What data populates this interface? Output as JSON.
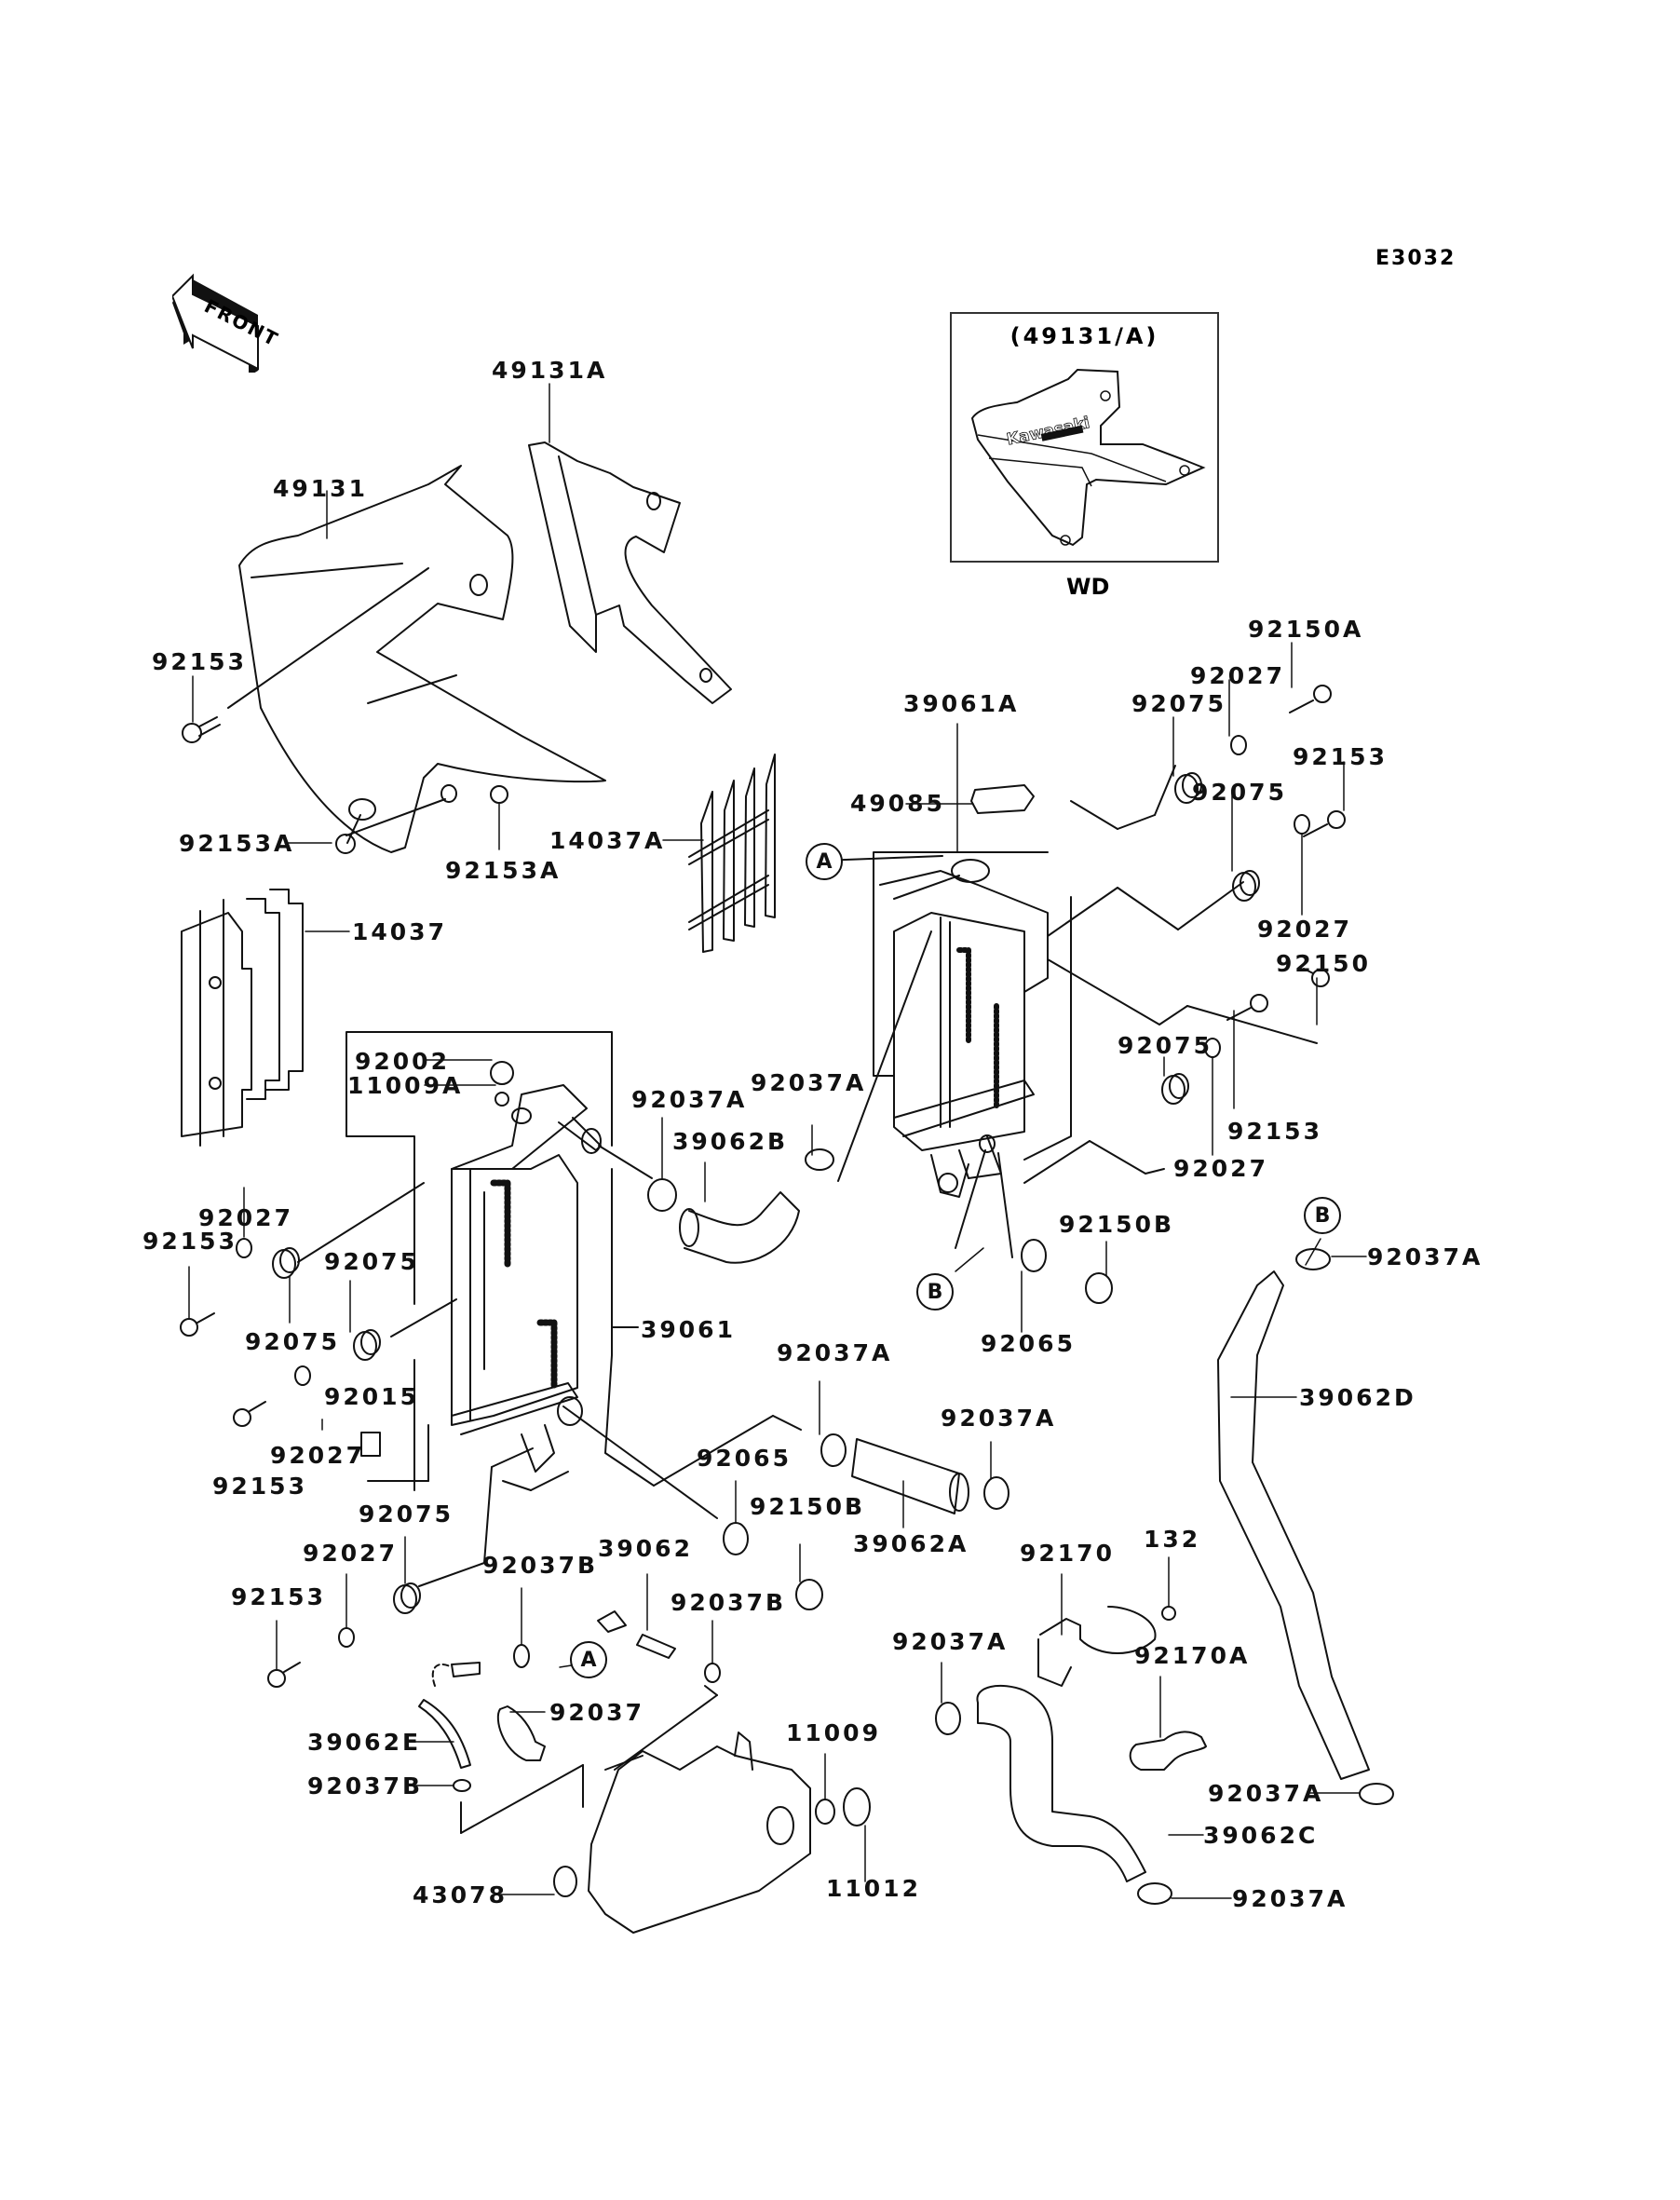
{
  "diagram": {
    "code": "E3032",
    "direction_label": "FRONT",
    "inset": {
      "title": "(49131/A)",
      "caption": "WD",
      "brand_text": "Kawasaki"
    },
    "callouts": [
      "A",
      "B"
    ],
    "labels": [
      {
        "id": "l01",
        "text": "49131A"
      },
      {
        "id": "l02",
        "text": "49131"
      },
      {
        "id": "l03",
        "text": "92153"
      },
      {
        "id": "l04",
        "text": "92153A"
      },
      {
        "id": "l05",
        "text": "92153A"
      },
      {
        "id": "l06",
        "text": "14037A"
      },
      {
        "id": "l07",
        "text": "14037"
      },
      {
        "id": "l08",
        "text": "39061A"
      },
      {
        "id": "l09",
        "text": "49085"
      },
      {
        "id": "l10",
        "text": "92075"
      },
      {
        "id": "l11",
        "text": "92027"
      },
      {
        "id": "l12",
        "text": "92150A"
      },
      {
        "id": "l13",
        "text": "92153"
      },
      {
        "id": "l14",
        "text": "92075"
      },
      {
        "id": "l15",
        "text": "92027"
      },
      {
        "id": "l16",
        "text": "92150"
      },
      {
        "id": "l17",
        "text": "92075"
      },
      {
        "id": "l18",
        "text": "92153"
      },
      {
        "id": "l19",
        "text": "92027"
      },
      {
        "id": "l20",
        "text": "92002"
      },
      {
        "id": "l21",
        "text": "11009A"
      },
      {
        "id": "l22",
        "text": "92037A"
      },
      {
        "id": "l23",
        "text": "92037A"
      },
      {
        "id": "l24",
        "text": "39062B"
      },
      {
        "id": "l25",
        "text": "92150B"
      },
      {
        "id": "l26",
        "text": "92065"
      },
      {
        "id": "l27",
        "text": "92037A"
      },
      {
        "id": "l28",
        "text": "39062D"
      },
      {
        "id": "l29",
        "text": "92027"
      },
      {
        "id": "l30",
        "text": "92153"
      },
      {
        "id": "l31",
        "text": "92075"
      },
      {
        "id": "l32",
        "text": "92075"
      },
      {
        "id": "l33",
        "text": "39061"
      },
      {
        "id": "l34",
        "text": "92015"
      },
      {
        "id": "l35",
        "text": "92153"
      },
      {
        "id": "l36",
        "text": "92027"
      },
      {
        "id": "l37",
        "text": "92037A"
      },
      {
        "id": "l38",
        "text": "92037A"
      },
      {
        "id": "l39",
        "text": "92065"
      },
      {
        "id": "l40",
        "text": "92150B"
      },
      {
        "id": "l41",
        "text": "39062A"
      },
      {
        "id": "l42",
        "text": "92075"
      },
      {
        "id": "l43",
        "text": "92027"
      },
      {
        "id": "l44",
        "text": "92153"
      },
      {
        "id": "l45",
        "text": "92037B"
      },
      {
        "id": "l46",
        "text": "39062"
      },
      {
        "id": "l47",
        "text": "92037B"
      },
      {
        "id": "l48",
        "text": "92170"
      },
      {
        "id": "l49",
        "text": "132"
      },
      {
        "id": "l50",
        "text": "92037A"
      },
      {
        "id": "l51",
        "text": "92170A"
      },
      {
        "id": "l52",
        "text": "92037"
      },
      {
        "id": "l53",
        "text": "39062E"
      },
      {
        "id": "l54",
        "text": "92037B"
      },
      {
        "id": "l55",
        "text": "11009"
      },
      {
        "id": "l56",
        "text": "11012"
      },
      {
        "id": "l57",
        "text": "43078"
      },
      {
        "id": "l58",
        "text": "39062C"
      },
      {
        "id": "l59",
        "text": "92037A"
      },
      {
        "id": "l60",
        "text": "92037A"
      }
    ]
  }
}
